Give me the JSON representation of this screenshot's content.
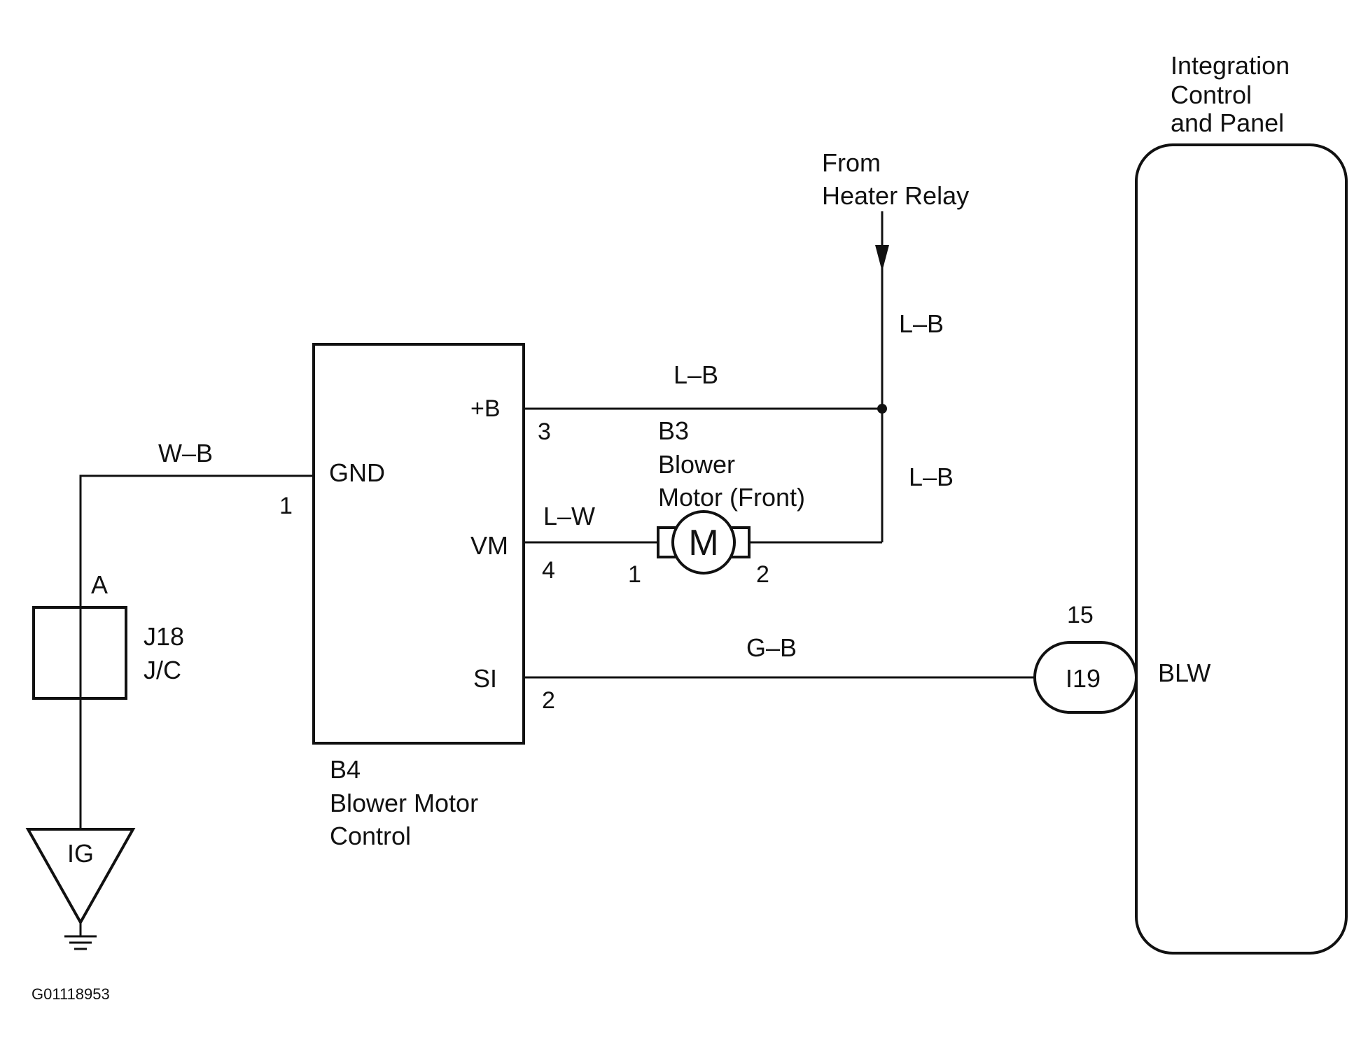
{
  "components": {
    "integration_panel": {
      "lines": [
        "Integration",
        "Control",
        "and Panel"
      ],
      "terminal": "BLW"
    },
    "heater_relay": {
      "lines": [
        "From",
        "Heater Relay"
      ]
    },
    "blower_motor_control": {
      "lines": [
        "B4",
        "Blower Motor",
        "Control"
      ],
      "terminals": {
        "b_plus": "+B",
        "gnd": "GND",
        "vm": "VM",
        "si": "SI"
      }
    },
    "blower_motor": {
      "lines": [
        "B3",
        "Blower",
        "Motor (Front)"
      ],
      "symbol": "M"
    },
    "junction_connector": {
      "lines": [
        "J18",
        "J/C"
      ],
      "pin": "A"
    },
    "ignition": {
      "label": "IG"
    },
    "connector_i19": {
      "label": "I19",
      "pin": "15"
    }
  },
  "wires": {
    "relay_feed": "L–B",
    "plus_b": "L–B",
    "motor_return": "L–B",
    "vm": "L–W",
    "gnd": "W–B",
    "si": "G–B"
  },
  "pins": {
    "gnd": "1",
    "plus_b": "3",
    "vm": "4",
    "si": "2",
    "motor_in": "1",
    "motor_out": "2"
  },
  "figure_id": "G01118953",
  "colors": {
    "ink": "#111111",
    "background": "#ffffff"
  },
  "icons": {
    "ground": "ground-icon",
    "motor": "motor-icon",
    "arrow": "arrow-down-icon"
  }
}
